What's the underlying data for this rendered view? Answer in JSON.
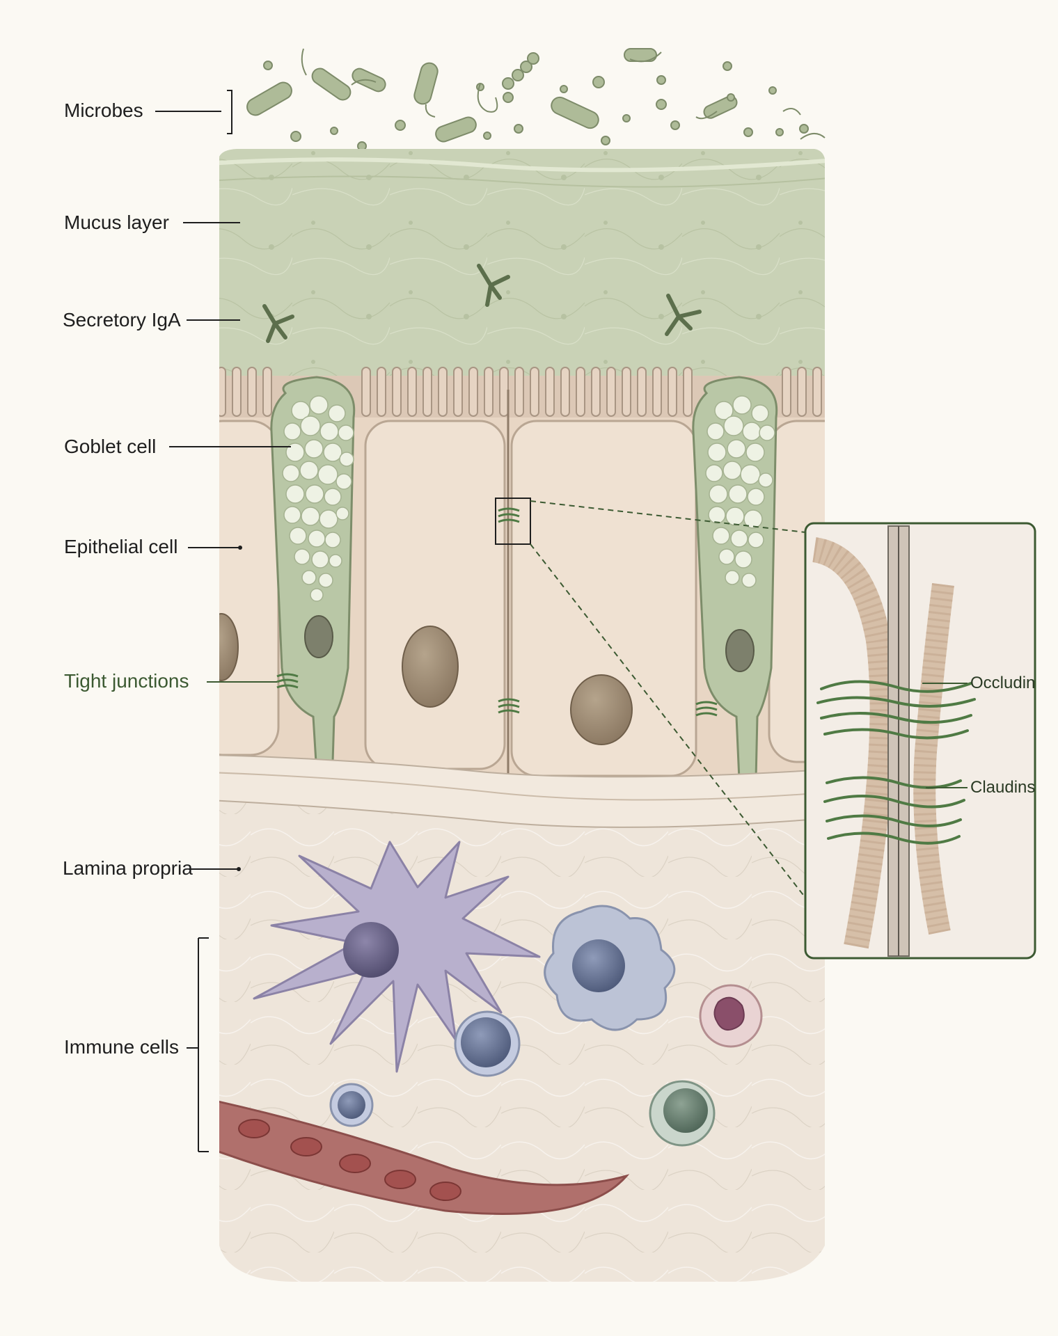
{
  "labels": {
    "microbes": "Microbes",
    "mucus_layer": "Mucus layer",
    "secretory_iga": "Secretory IgA",
    "goblet_cell": "Goblet cell",
    "epithelial_cell": "Epithelial cell",
    "tight_junctions": "Tight junctions",
    "lamina_propria": "Lamina propria",
    "immune_cells": "Immune cells"
  },
  "inset": {
    "occludin": "Occludin",
    "claudins": "Claudins"
  },
  "colors": {
    "background": "#fbf9f3",
    "mucus": "#c9d2b6",
    "epithelium": "#ecdccb",
    "goblet": "#b9c7a6",
    "lamina": "#eee5da",
    "accent_green": "#3c5a32",
    "blood_vessel": "#b0706c"
  }
}
